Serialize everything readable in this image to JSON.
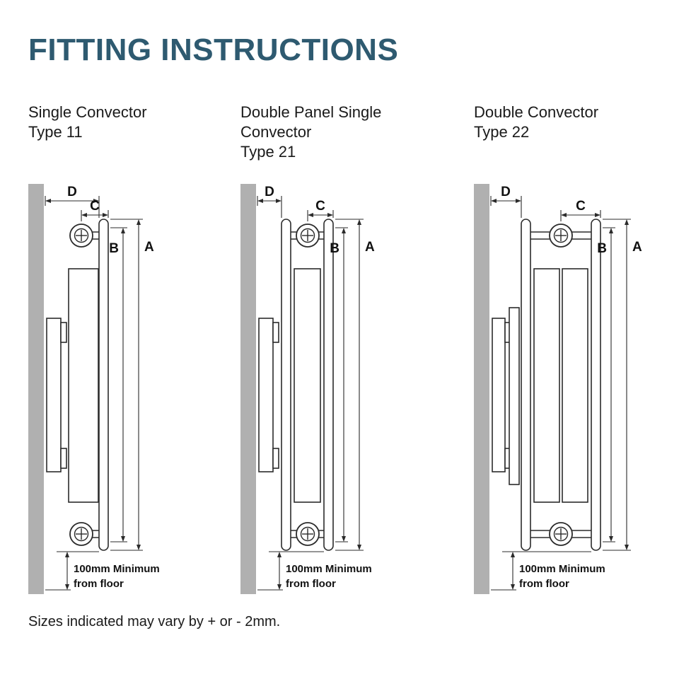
{
  "page": {
    "title": "FITTING INSTRUCTIONS",
    "footnote": "Sizes indicated may vary by + or - 2mm."
  },
  "dimension_labels": {
    "a": "A",
    "b": "B",
    "c": "C",
    "d": "D"
  },
  "floor_note": {
    "line1": "100mm Minimum",
    "line2": "from floor"
  },
  "diagrams": [
    {
      "heading_lines": [
        "Single Convector",
        "Type 11"
      ]
    },
    {
      "heading_lines": [
        "Double Panel Single",
        "Convector",
        "Type 21"
      ]
    },
    {
      "heading_lines": [
        "Double Convector",
        "Type 22"
      ]
    }
  ],
  "colors": {
    "title": "#2e5a70",
    "wall": "#b0b0b0",
    "line": "#2b2b2b"
  }
}
